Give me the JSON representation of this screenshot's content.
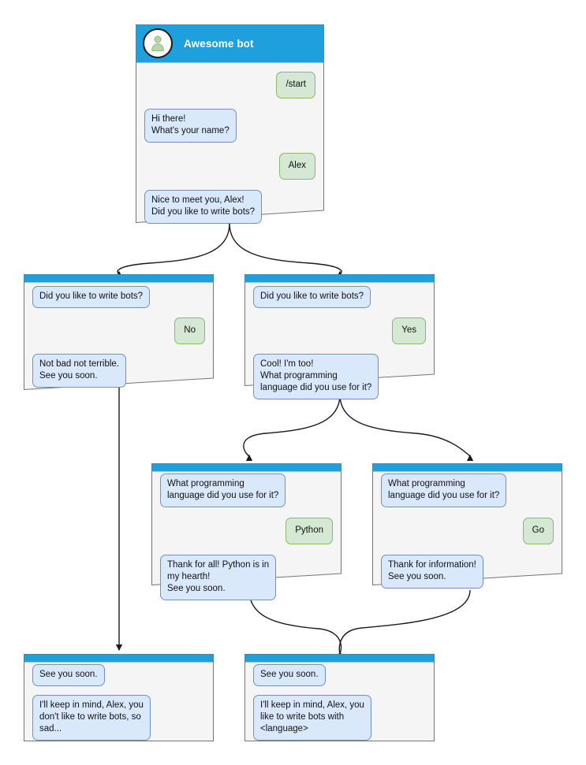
{
  "diagram": {
    "title": "Awesome bot chat flow",
    "colors": {
      "header_blue": "#1f9fdc",
      "card_body": "#f5f5f5",
      "card_border": "#757575",
      "bot_bubble_fill": "#dae8fc",
      "bot_bubble_border": "#7191c4",
      "user_bubble_fill": "#d5e8d4",
      "user_bubble_border": "#86b96a",
      "avatar_person": "#b5d7a8",
      "edge": "#1a1a1a",
      "background": "#ffffff"
    },
    "bot_name": "Awesome bot",
    "avatar_icon": "person-avatar-icon"
  },
  "nodes": {
    "root": {
      "title": "Awesome bot",
      "messages": [
        {
          "side": "user",
          "text": "/start"
        },
        {
          "side": "bot",
          "text": "Hi there!\nWhat's your name?"
        },
        {
          "side": "user",
          "text": "Alex"
        },
        {
          "side": "bot",
          "text": "Nice to meet you, Alex!\nDid you like to write bots?"
        }
      ]
    },
    "no_branch": {
      "messages": [
        {
          "side": "bot",
          "text": "Did you like to write bots?"
        },
        {
          "side": "user",
          "text": "No"
        },
        {
          "side": "bot",
          "text": "Not bad not terrible.\nSee you soon."
        }
      ]
    },
    "yes_branch": {
      "messages": [
        {
          "side": "bot",
          "text": "Did you like to write bots?"
        },
        {
          "side": "user",
          "text": "Yes"
        },
        {
          "side": "bot",
          "text": "Cool! I'm too!\nWhat programming\nlanguage did you use for it?"
        }
      ]
    },
    "python_branch": {
      "messages": [
        {
          "side": "bot",
          "text": "What programming\nlanguage did you use for it?"
        },
        {
          "side": "user",
          "text": "Python"
        },
        {
          "side": "bot",
          "text": "Thank for all! Python is in\nmy hearth!\nSee you soon."
        }
      ]
    },
    "go_branch": {
      "messages": [
        {
          "side": "bot",
          "text": "What programming\nlanguage did you use for it?"
        },
        {
          "side": "user",
          "text": "Go"
        },
        {
          "side": "bot",
          "text": "Thank for information!\nSee you soon."
        }
      ]
    },
    "end_sad": {
      "messages": [
        {
          "side": "bot",
          "text": "See you soon."
        },
        {
          "side": "bot",
          "text": "I'll keep in mind, Alex, you\ndon't like to write bots, so\nsad..."
        }
      ]
    },
    "end_happy": {
      "messages": [
        {
          "side": "bot",
          "text": "See you soon."
        },
        {
          "side": "bot",
          "text": "I'll keep in mind, Alex, you\nlike to write bots with\n<language>"
        }
      ]
    }
  }
}
